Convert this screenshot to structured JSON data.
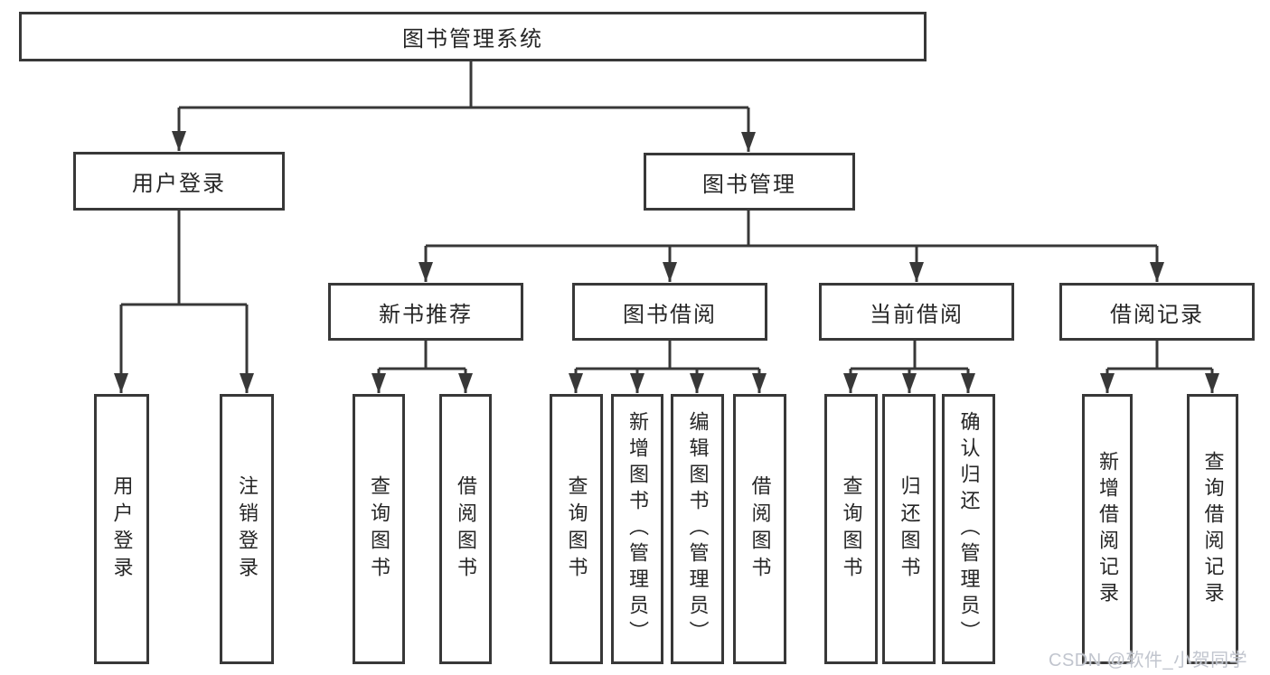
{
  "diagram": {
    "root": {
      "label": "图书管理系统"
    },
    "user_branch": {
      "label": "用户登录",
      "children": [
        {
          "label": "用户登录"
        },
        {
          "label": "注销登录"
        }
      ]
    },
    "book_branch": {
      "label": "图书管理",
      "groups": [
        {
          "label": "新书推荐",
          "children": [
            {
              "label": "查询图书"
            },
            {
              "label": "借阅图书"
            }
          ]
        },
        {
          "label": "图书借阅",
          "children": [
            {
              "label": "查询图书"
            },
            {
              "label": "新增图书（管理员）"
            },
            {
              "label": "编辑图书（管理员）"
            },
            {
              "label": "借阅图书"
            }
          ]
        },
        {
          "label": "当前借阅",
          "children": [
            {
              "label": "查询图书"
            },
            {
              "label": "归还图书"
            },
            {
              "label": "确认归还（管理员）"
            }
          ]
        },
        {
          "label": "借阅记录",
          "children": [
            {
              "label": "新增借阅记录"
            },
            {
              "label": "查询借阅记录"
            }
          ]
        }
      ]
    },
    "line_color": "#383838",
    "text_color": "#262626",
    "background_color": "#ffffff"
  },
  "watermark": {
    "text": "CSDN @软件_小贺同学",
    "color": "#bec2cb"
  }
}
